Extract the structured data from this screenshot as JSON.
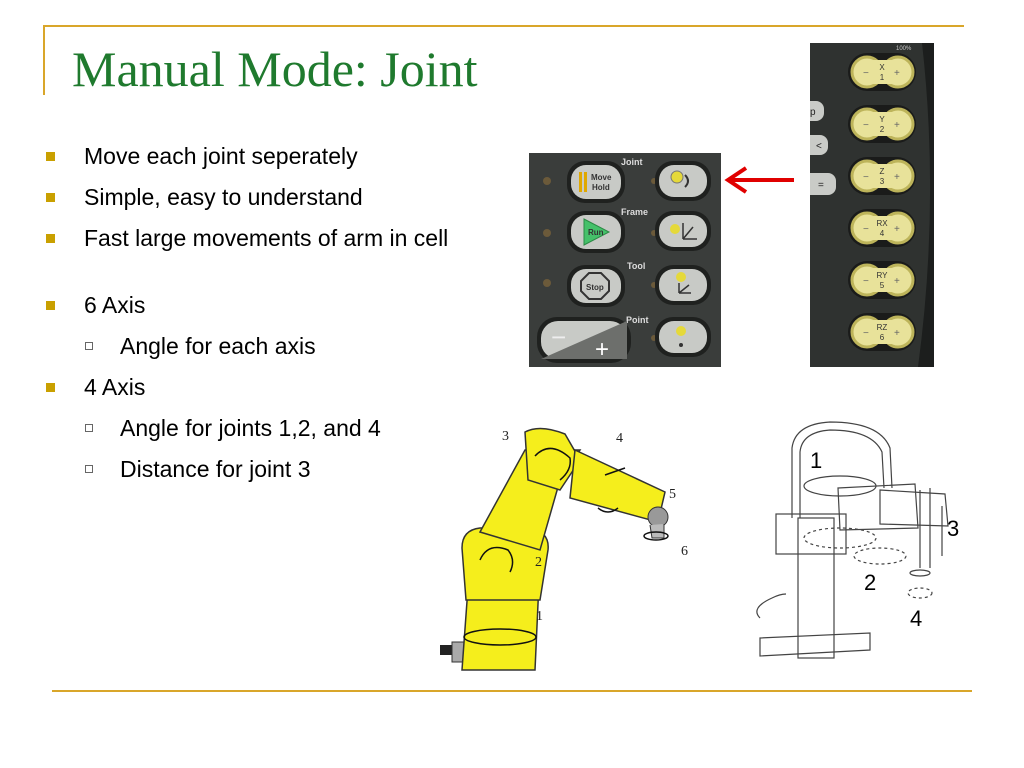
{
  "slide": {
    "title": "Manual Mode: Joint",
    "bullets": {
      "b1": "Move each joint seperately",
      "b2": "Simple, easy to understand",
      "b3": "Fast large movements of arm in cell",
      "b4": "6 Axis",
      "b4_sub1": "Angle for each axis",
      "b5": "4 Axis",
      "b5_sub1": "Angle for joints 1,2, and 4",
      "b5_sub2": "Distance for joint 3"
    }
  },
  "pendant_panel": {
    "row_labels": [
      "Joint",
      "Frame",
      "Tool",
      "Point"
    ],
    "move_hold_line1": "Move",
    "move_hold_line2": "Hold",
    "run_label": "Run",
    "stop_label": "Stop",
    "minus": "−",
    "plus": "+"
  },
  "axis_panel": {
    "percent": "100%",
    "keys": [
      {
        "top": "X",
        "bottom": "1"
      },
      {
        "top": "Y",
        "bottom": "2"
      },
      {
        "top": "Z",
        "bottom": "3"
      },
      {
        "top": "RX",
        "bottom": "4"
      },
      {
        "top": "RY",
        "bottom": "5"
      },
      {
        "top": "RZ",
        "bottom": "6"
      }
    ],
    "side_keys": [
      "p",
      "<",
      "="
    ],
    "minus": "−",
    "plus": "+"
  },
  "six_axis_diagram": {
    "labels": [
      "1",
      "2",
      "3",
      "4",
      "5",
      "6"
    ]
  },
  "scara_diagram": {
    "labels": [
      "1",
      "2",
      "3",
      "4"
    ]
  },
  "colors": {
    "title": "#1f7a2e",
    "accent_line": "#d9a62a",
    "bullet": "#c9a000",
    "arrow": "#e00000",
    "robot_yellow": "#f5ee1c"
  }
}
